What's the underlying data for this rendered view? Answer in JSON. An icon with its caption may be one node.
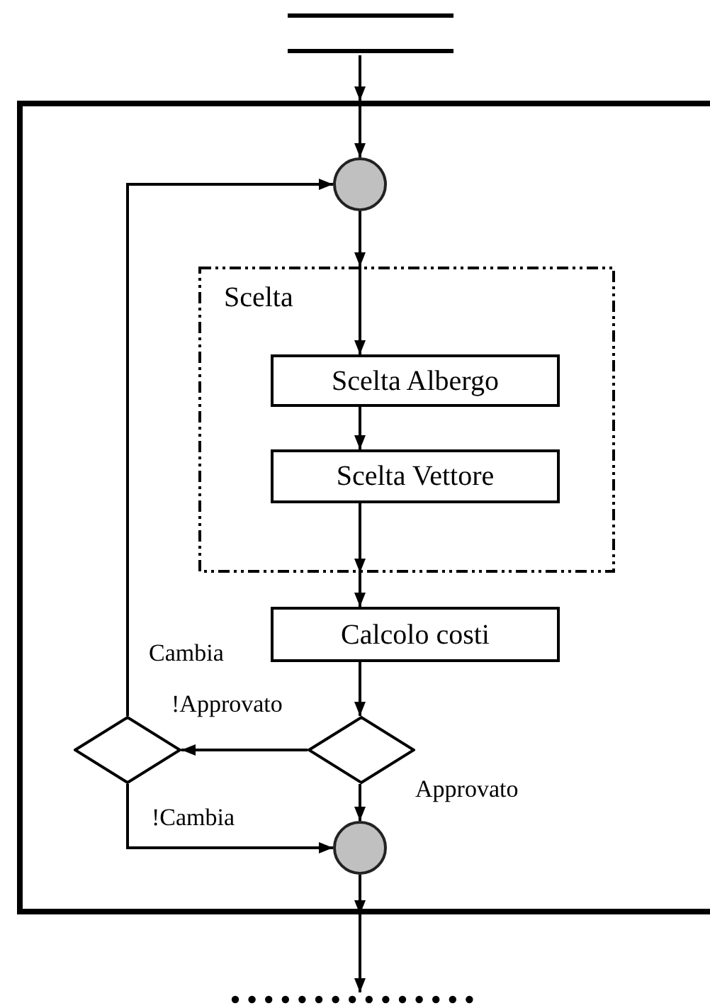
{
  "diagram": {
    "nodes": [
      {
        "text": [],
        "shape": "bar"
      },
      {
        "text": [],
        "shape": "box"
      },
      {
        "text": [],
        "shape": "circle",
        "in": 1
      },
      {
        "text": [
          "Scelta"
        ],
        "in": 1
      },
      {
        "text": [
          "Scelta Albergo"
        ],
        "in": 3
      },
      {
        "text": [
          "Scelta Vettore"
        ],
        "in": 3
      },
      {
        "text": [
          "Calcolo costi"
        ],
        "in": 1
      },
      {
        "text": [],
        "shape": "diamond",
        "in": 1
      },
      {
        "text": [],
        "shape": "diamond",
        "in": 1
      },
      {
        "text": [],
        "shape": "circle",
        "in": 1
      },
      {
        "text": [],
        "shape": "line"
      }
    ],
    "edges": [
      {
        "from": 0,
        "to": 1,
        "arrow": "to"
      },
      {
        "from": 1,
        "to": 2,
        "arrow": "to"
      },
      {
        "from": 2,
        "to": 3,
        "arrow": "to"
      },
      {
        "from": 3,
        "to": 4,
        "arrow": "to"
      },
      {
        "from": 4,
        "to": 5,
        "arrow": "to"
      },
      {
        "from": 5,
        "to": 3,
        "arrow": "to"
      },
      {
        "from": 3,
        "to": 6,
        "arrow": "to"
      },
      {
        "from": 6,
        "to": 8,
        "arrow": "to"
      },
      {
        "from": 8,
        "to": 7,
        "arrow": "to",
        "label": "!Approvato"
      },
      {
        "from": 7,
        "to": 2,
        "arrow": "to",
        "label": "Cambia"
      },
      {
        "from": 8,
        "to": 9,
        "arrow": "to",
        "label": "Approvato"
      },
      {
        "from": 7,
        "to": 9,
        "arrow": "to",
        "label": "!Cambia"
      },
      {
        "from": 9,
        "to": 1,
        "arrow": "to"
      },
      {
        "from": 1,
        "to": 10,
        "arrow": "to"
      }
    ]
  }
}
